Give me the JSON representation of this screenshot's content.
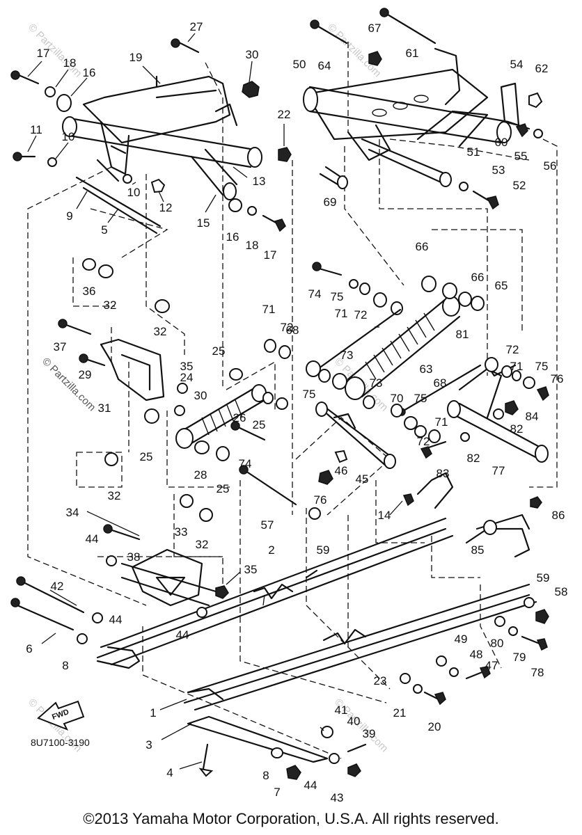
{
  "diagram": {
    "code": "8U7100-3190",
    "fwd_label": "FWD",
    "watermark": "© Partzilla.com",
    "copyright": "©2013 Yamaha Motor Corporation, U.S.A. All rights reserved.",
    "callouts": [
      {
        "id": "c17a",
        "label": "17"
      },
      {
        "id": "c18a",
        "label": "18"
      },
      {
        "id": "c16a",
        "label": "16"
      },
      {
        "id": "c19",
        "label": "19"
      },
      {
        "id": "c27",
        "label": "27"
      },
      {
        "id": "c30a",
        "label": "30"
      },
      {
        "id": "c11",
        "label": "11"
      },
      {
        "id": "c10a",
        "label": "10"
      },
      {
        "id": "c10b",
        "label": "10"
      },
      {
        "id": "c12",
        "label": "12"
      },
      {
        "id": "c9",
        "label": "9"
      },
      {
        "id": "c5",
        "label": "5"
      },
      {
        "id": "c15",
        "label": "15"
      },
      {
        "id": "c13",
        "label": "13"
      },
      {
        "id": "c22",
        "label": "22"
      },
      {
        "id": "c16b",
        "label": "16"
      },
      {
        "id": "c18b",
        "label": "18"
      },
      {
        "id": "c17b",
        "label": "17"
      },
      {
        "id": "c36",
        "label": "36"
      },
      {
        "id": "c32a",
        "label": "32"
      },
      {
        "id": "c32b",
        "label": "32"
      },
      {
        "id": "c37",
        "label": "37"
      },
      {
        "id": "c29",
        "label": "29"
      },
      {
        "id": "c31",
        "label": "31"
      },
      {
        "id": "c35a",
        "label": "35"
      },
      {
        "id": "c30b",
        "label": "30"
      },
      {
        "id": "c24",
        "label": "24"
      },
      {
        "id": "c25a",
        "label": "25"
      },
      {
        "id": "c26",
        "label": "26"
      },
      {
        "id": "c25b",
        "label": "25"
      },
      {
        "id": "c25c",
        "label": "25"
      },
      {
        "id": "c28",
        "label": "28"
      },
      {
        "id": "c25d",
        "label": "25"
      },
      {
        "id": "c32c",
        "label": "32"
      },
      {
        "id": "c33",
        "label": "33"
      },
      {
        "id": "c32d",
        "label": "32"
      },
      {
        "id": "c34",
        "label": "34"
      },
      {
        "id": "c44a",
        "label": "44"
      },
      {
        "id": "c38",
        "label": "38"
      },
      {
        "id": "c35b",
        "label": "35"
      },
      {
        "id": "c2",
        "label": "2"
      },
      {
        "id": "c42",
        "label": "42"
      },
      {
        "id": "c44b",
        "label": "44"
      },
      {
        "id": "c44c",
        "label": "44"
      },
      {
        "id": "c6",
        "label": "6"
      },
      {
        "id": "c8a",
        "label": "8"
      },
      {
        "id": "c1",
        "label": "1"
      },
      {
        "id": "c3",
        "label": "3"
      },
      {
        "id": "c4",
        "label": "4"
      },
      {
        "id": "c8b",
        "label": "8"
      },
      {
        "id": "c7",
        "label": "7"
      },
      {
        "id": "c44d",
        "label": "44"
      },
      {
        "id": "c43",
        "label": "43"
      },
      {
        "id": "c39",
        "label": "39"
      },
      {
        "id": "c40",
        "label": "40"
      },
      {
        "id": "c41",
        "label": "41"
      },
      {
        "id": "c23",
        "label": "23"
      },
      {
        "id": "c21",
        "label": "21"
      },
      {
        "id": "c20",
        "label": "20"
      },
      {
        "id": "c47",
        "label": "47"
      },
      {
        "id": "c48",
        "label": "48"
      },
      {
        "id": "c49",
        "label": "49"
      },
      {
        "id": "c80",
        "label": "80"
      },
      {
        "id": "c79",
        "label": "79"
      },
      {
        "id": "c78",
        "label": "78"
      },
      {
        "id": "c59a",
        "label": "59"
      },
      {
        "id": "c58",
        "label": "58"
      },
      {
        "id": "c85",
        "label": "85"
      },
      {
        "id": "c86",
        "label": "86"
      },
      {
        "id": "c59b",
        "label": "59"
      },
      {
        "id": "c57",
        "label": "57"
      },
      {
        "id": "c14",
        "label": "14"
      },
      {
        "id": "c76a",
        "label": "76"
      },
      {
        "id": "c46",
        "label": "46"
      },
      {
        "id": "c45",
        "label": "45"
      },
      {
        "id": "c74a",
        "label": "74"
      },
      {
        "id": "c83",
        "label": "83"
      },
      {
        "id": "c82a",
        "label": "82"
      },
      {
        "id": "c77",
        "label": "77"
      },
      {
        "id": "c82b",
        "label": "82"
      },
      {
        "id": "c84",
        "label": "84"
      },
      {
        "id": "c81",
        "label": "81"
      },
      {
        "id": "c72a",
        "label": "72"
      },
      {
        "id": "c71a",
        "label": "71"
      },
      {
        "id": "c75a",
        "label": "75"
      },
      {
        "id": "c76b",
        "label": "76"
      },
      {
        "id": "c68a",
        "label": "68"
      },
      {
        "id": "c73a",
        "label": "73"
      },
      {
        "id": "c70",
        "label": "70"
      },
      {
        "id": "c75b",
        "label": "75"
      },
      {
        "id": "c71b",
        "label": "71"
      },
      {
        "id": "c72b",
        "label": "72"
      },
      {
        "id": "c63",
        "label": "63"
      },
      {
        "id": "c73b",
        "label": "73"
      },
      {
        "id": "c68b",
        "label": "68"
      },
      {
        "id": "c75c",
        "label": "75"
      },
      {
        "id": "c71c",
        "label": "71"
      },
      {
        "id": "c72c",
        "label": "72"
      },
      {
        "id": "c74b",
        "label": "74"
      },
      {
        "id": "c75d",
        "label": "75"
      },
      {
        "id": "c71d",
        "label": "71"
      },
      {
        "id": "c72d",
        "label": "72"
      },
      {
        "id": "c66a",
        "label": "66"
      },
      {
        "id": "c66b",
        "label": "66"
      },
      {
        "id": "c65",
        "label": "65"
      },
      {
        "id": "c69",
        "label": "69"
      },
      {
        "id": "c53",
        "label": "53"
      },
      {
        "id": "c52",
        "label": "52"
      },
      {
        "id": "c51",
        "label": "51"
      },
      {
        "id": "c50",
        "label": "50"
      },
      {
        "id": "c64",
        "label": "64"
      },
      {
        "id": "c67",
        "label": "67"
      },
      {
        "id": "c61",
        "label": "61"
      },
      {
        "id": "c54",
        "label": "54"
      },
      {
        "id": "c62",
        "label": "62"
      },
      {
        "id": "c60",
        "label": "60"
      },
      {
        "id": "c55",
        "label": "55"
      },
      {
        "id": "c56",
        "label": "56"
      }
    ]
  }
}
